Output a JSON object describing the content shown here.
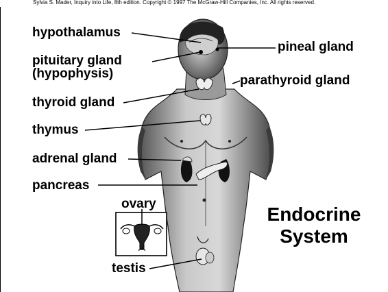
{
  "copyright": "Sylvia S. Mader, Inquiry into Life, 8th edition. Copyright © 1997 The McGraw-Hill Companies, Inc. All rights reserved.",
  "labels": {
    "hypothalamus": "hypothalamus",
    "pituitary_line1": "pituitary gland",
    "pituitary_line2": "(hypophysis)",
    "thyroid": "thyroid gland",
    "thymus": "thymus",
    "adrenal": "adrenal gland",
    "pancreas": "pancreas",
    "ovary": "ovary",
    "testis": "testis",
    "pineal": "pineal gland",
    "parathyroid": "parathyroid gland"
  },
  "title": {
    "line1": "Endocrine",
    "line2": "System"
  },
  "icons": [
    "human-torso-illustration",
    "uterus-ovary-inset"
  ]
}
